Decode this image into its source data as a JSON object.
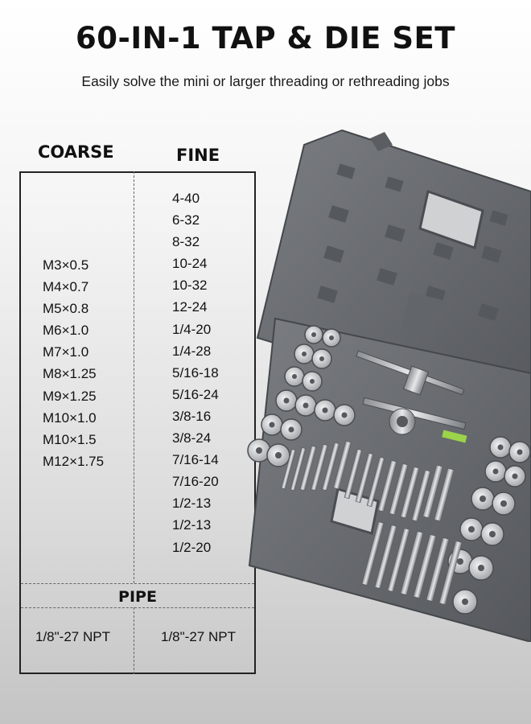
{
  "header": {
    "title": "60-IN-1 TAP & DIE SET",
    "subtitle": "Easily solve the mini or larger threading or rethreading jobs"
  },
  "table": {
    "coarse_heading": "COARSE",
    "fine_heading": "FINE",
    "coarse": [
      "M3×0.5",
      "M4×0.7",
      "M5×0.8",
      "M6×1.0",
      "M7×1.0",
      "M8×1.25",
      "M9×1.25",
      "M10×1.0",
      "M10×1.5",
      "M12×1.75"
    ],
    "fine": [
      "4-40",
      "6-32",
      "8-32",
      "10-24",
      "10-32",
      "12-24",
      "1/4-20",
      "1/4-28",
      "5/16-18",
      "5/16-24",
      "3/8-16",
      "3/8-24",
      "7/16-14",
      "7/16-20",
      "1/2-13",
      "1/2-13",
      "1/2-20"
    ],
    "pipe_heading": "PIPE",
    "pipe": [
      "1/8\"-27 NPT",
      "1/8\"-27 NPT"
    ]
  },
  "colors": {
    "case": "#6b6e72",
    "case_dark": "#4d5054",
    "accent_green": "#9bd34a"
  }
}
